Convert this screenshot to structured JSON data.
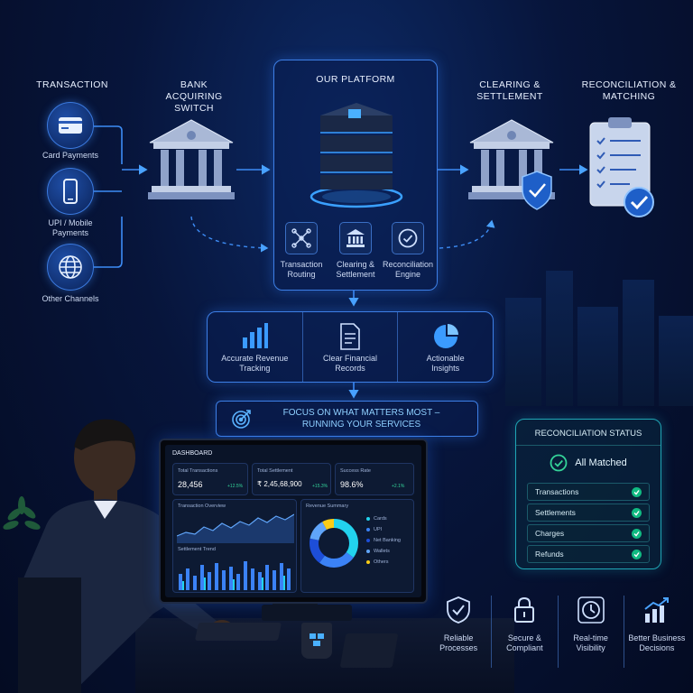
{
  "sources": {
    "header": "TRANSACTION",
    "items": [
      {
        "label": "Card Payments",
        "icon": "card-icon"
      },
      {
        "label": "UPI / Mobile Payments",
        "icon": "mobile-icon"
      },
      {
        "label": "Other Channels",
        "icon": "globe-icon"
      }
    ]
  },
  "acquiring": {
    "header": "BANK ACQUIRING SWITCH"
  },
  "platform": {
    "header": "OUR PLATFORM",
    "modules": [
      {
        "label": "Transaction Routing",
        "icon": "routing-icon"
      },
      {
        "label": "Clearing & Settlement",
        "icon": "bank-icon"
      },
      {
        "label": "Reconciliation Engine",
        "icon": "check-circle-icon"
      }
    ]
  },
  "clearing": {
    "header": "CLEARING & SETTLEMENT"
  },
  "reconciliation": {
    "header": "RECONCILIATION & MATCHING"
  },
  "benefits": [
    {
      "label": "Accurate Revenue Tracking",
      "icon": "bar-chart-icon"
    },
    {
      "label": "Clear Financial Records",
      "icon": "document-icon"
    },
    {
      "label": "Actionable Insights",
      "icon": "pie-chart-icon"
    }
  ],
  "focus": {
    "text": "FOCUS ON WHAT MATTERS MOST – RUNNING YOUR SERVICES"
  },
  "dashboard": {
    "title": "DASHBOARD",
    "kpis": [
      {
        "label": "Total Transactions",
        "value": "28,456",
        "delta": "+12.5%"
      },
      {
        "label": "Total Settlement",
        "value": "₹ 2,45,68,900",
        "delta": "+15.3%"
      },
      {
        "label": "Success Rate",
        "value": "98.6%",
        "delta": "+2.1%"
      }
    ],
    "overview_title": "Transaction Overview",
    "trend_title": "Settlement Trend",
    "revenue_title": "Revenue Summary",
    "revenue_legend": [
      "Cards",
      "UPI",
      "Net Banking",
      "Wallets",
      "Others"
    ],
    "revenue_shares": [
      0.35,
      0.25,
      0.18,
      0.14,
      0.08
    ],
    "colors": {
      "cards": "#22d3ee",
      "upi": "#3b82f6",
      "net_banking": "#1d4ed8",
      "wallets": "#60a5fa",
      "others": "#facc15"
    }
  },
  "status": {
    "title": "RECONCILIATION STATUS",
    "headline": "All Matched",
    "rows": [
      "Transactions",
      "Settlements",
      "Charges",
      "Refunds"
    ]
  },
  "features": [
    {
      "label": "Reliable Processes",
      "icon": "shield-check-icon"
    },
    {
      "label": "Secure & Compliant",
      "icon": "lock-icon"
    },
    {
      "label": "Real-time Visibility",
      "icon": "clock-icon"
    },
    {
      "label": "Better Business Decisions",
      "icon": "growth-chart-icon"
    }
  ]
}
